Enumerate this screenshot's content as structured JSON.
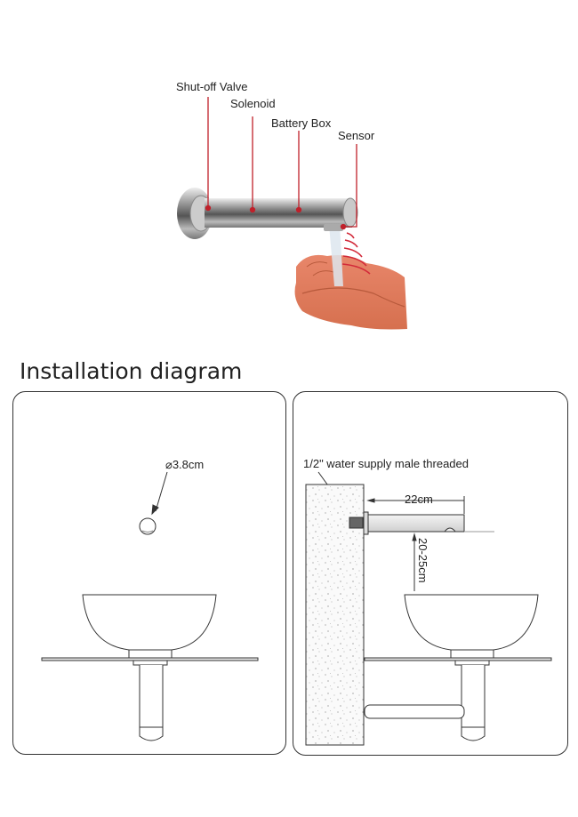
{
  "product_labels": {
    "shutoff_valve": "Shut-off Valve",
    "solenoid": "Solenoid",
    "battery_box": "Battery Box",
    "sensor": "Sensor"
  },
  "heading": "Installation diagram",
  "left_panel": {
    "hole_diameter": "⌀3.8cm"
  },
  "right_panel": {
    "supply_note": "1/2\" water supply male threaded",
    "spout_length": "22cm",
    "height_range": "20-25cm"
  },
  "colors": {
    "callout_red": "#c0202a",
    "outline": "#333333"
  }
}
